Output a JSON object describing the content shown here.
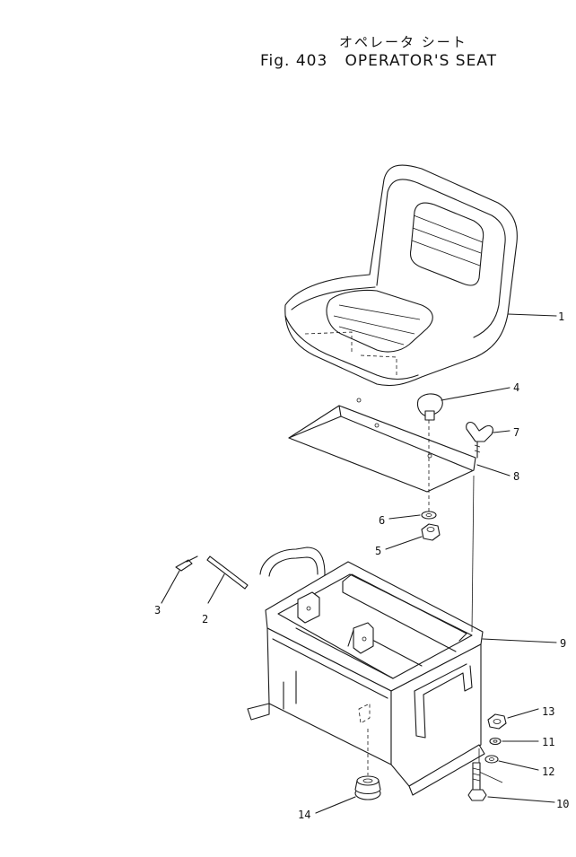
{
  "title_jp": "オペレータ シート",
  "title": "Fig. 403   OPERATOR'S SEAT",
  "callouts": [
    {
      "label": "1"
    },
    {
      "label": "2"
    },
    {
      "label": "3"
    },
    {
      "label": "4"
    },
    {
      "label": "5"
    },
    {
      "label": "6"
    },
    {
      "label": "7"
    },
    {
      "label": "8"
    },
    {
      "label": "9"
    },
    {
      "label": "10"
    },
    {
      "label": "11"
    },
    {
      "label": "12"
    },
    {
      "label": "13"
    },
    {
      "label": "14"
    }
  ]
}
